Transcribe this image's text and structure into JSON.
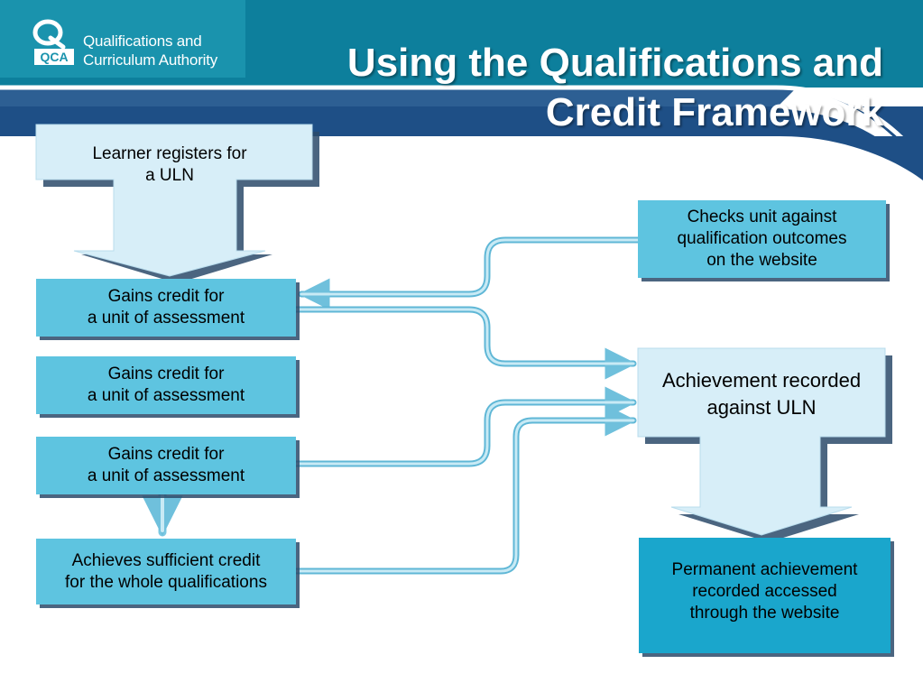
{
  "logo": {
    "mark_text": "QCA",
    "line1": "Qualifications and",
    "line2": "Curriculum Authority"
  },
  "title": {
    "line1": "Using the Qualifications and",
    "line2": "Credit Framework"
  },
  "nodes": {
    "register": {
      "line1": "Learner registers for",
      "line2": "a ULN"
    },
    "credit1": {
      "line1": "Gains credit for",
      "line2": "a unit of assessment"
    },
    "credit2": {
      "line1": "Gains credit for",
      "line2": "a unit of assessment"
    },
    "credit3": {
      "line1": "Gains credit for",
      "line2": "a unit of assessment"
    },
    "sufficient": {
      "line1": "Achieves sufficient credit",
      "line2": "for the whole qualifications"
    },
    "checks": {
      "line1": "Checks unit against",
      "line2": "qualification outcomes",
      "line3": "on the website"
    },
    "recorded": {
      "line1": "Achievement recorded",
      "line2": "against ULN"
    },
    "permanent": {
      "line1": "Permanent achievement",
      "line2": "recorded accessed",
      "line3": "through the website"
    }
  },
  "colors": {
    "header_teal": "#0d7f9c",
    "header_blue": "#1e4f86",
    "light_node": "#d7eef8",
    "mid_node": "#5ec4e0",
    "dark_node": "#1aa6cc",
    "connector": "#7cc9e2"
  }
}
